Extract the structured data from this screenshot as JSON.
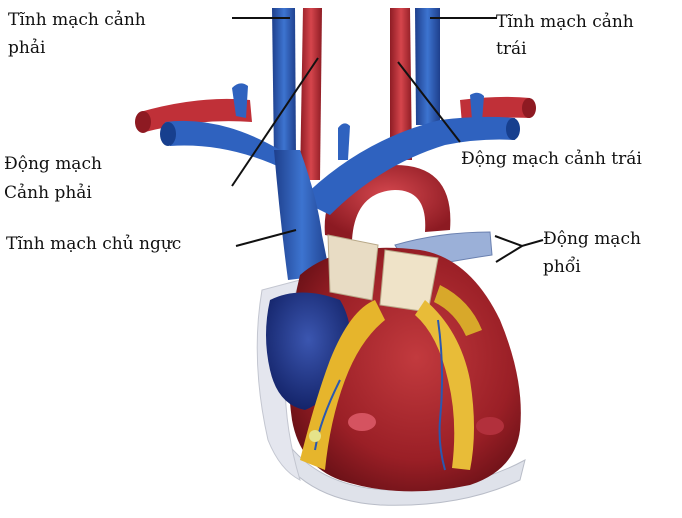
{
  "labels": {
    "right_jugular_vein": {
      "line1": "Tĩnh mạch cảnh",
      "line2": "phải"
    },
    "left_jugular_vein": {
      "line1": "Tĩnh mạch cảnh",
      "line2": "trái"
    },
    "right_carotid_artery": {
      "line1": "Động mạch",
      "line2": "Cảnh phải"
    },
    "left_carotid_artery": "Động mạch cảnh trái",
    "superior_vena_cava": "Tĩnh mạch chủ ngực",
    "pulmonary_artery": {
      "line1": "Động mạch",
      "line2": "phổi"
    }
  },
  "colors": {
    "vein": "#2e5fb8",
    "artery": "#c2303a",
    "fat": "#e8b830",
    "myocardium": "#a8202a",
    "right_atrium": "#233a88"
  }
}
